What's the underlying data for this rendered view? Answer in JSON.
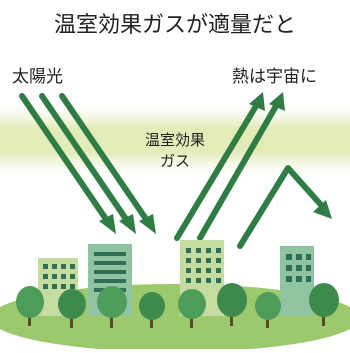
{
  "title": "温室効果ガスが適量だと",
  "labels": {
    "sunlight": "太陽光",
    "heat_to_space": "熱は宇宙に",
    "gas_line1": "温室効果",
    "gas_line2": "ガス"
  },
  "colors": {
    "arrow": "#2f7d45",
    "gas_band": "#e3ebb8",
    "ground": "#9cc96e",
    "tree": "#4e9c5a",
    "tree_dark": "#3e8a4c",
    "building_light": "#c4dca0",
    "building_mid": "#8fc3a2",
    "building_window": "#2f6f55"
  },
  "icons": [
    "sun-arrow-icon",
    "heat-arrow-icon",
    "building-icon",
    "tree-icon"
  ]
}
